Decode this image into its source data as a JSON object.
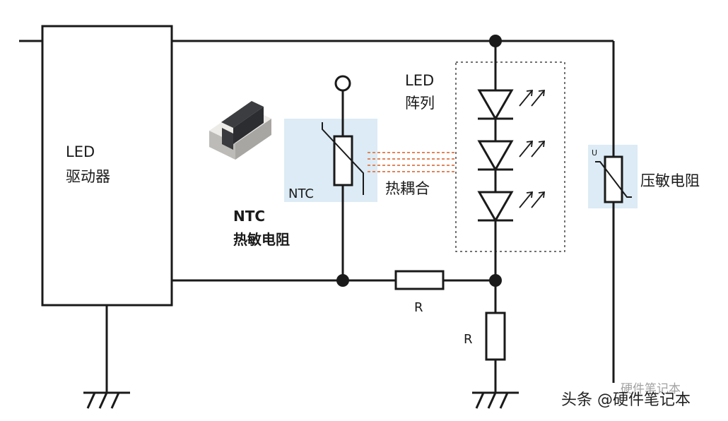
{
  "driver": {
    "line1": "LED",
    "line2": "驱动器"
  },
  "led_array": {
    "line1": "LED",
    "line2": "阵列"
  },
  "ntc": {
    "inner_label": "NTC",
    "caption_line1": "NTC",
    "caption_line2": "热敏电阻"
  },
  "thermal_coupling": "热耦合",
  "varistor": {
    "label": "压敏电阻",
    "small_mark": "U"
  },
  "resistors": {
    "horizontal_label": "R",
    "vertical_label": "R"
  },
  "watermark": {
    "text": "头条 @硬件笔记本",
    "faint_text": "硬件笔记本"
  },
  "colors": {
    "ntc_highlight": "#dcebf5",
    "coupling_lines": "#e0855a",
    "wire": "#1a1a1a"
  }
}
